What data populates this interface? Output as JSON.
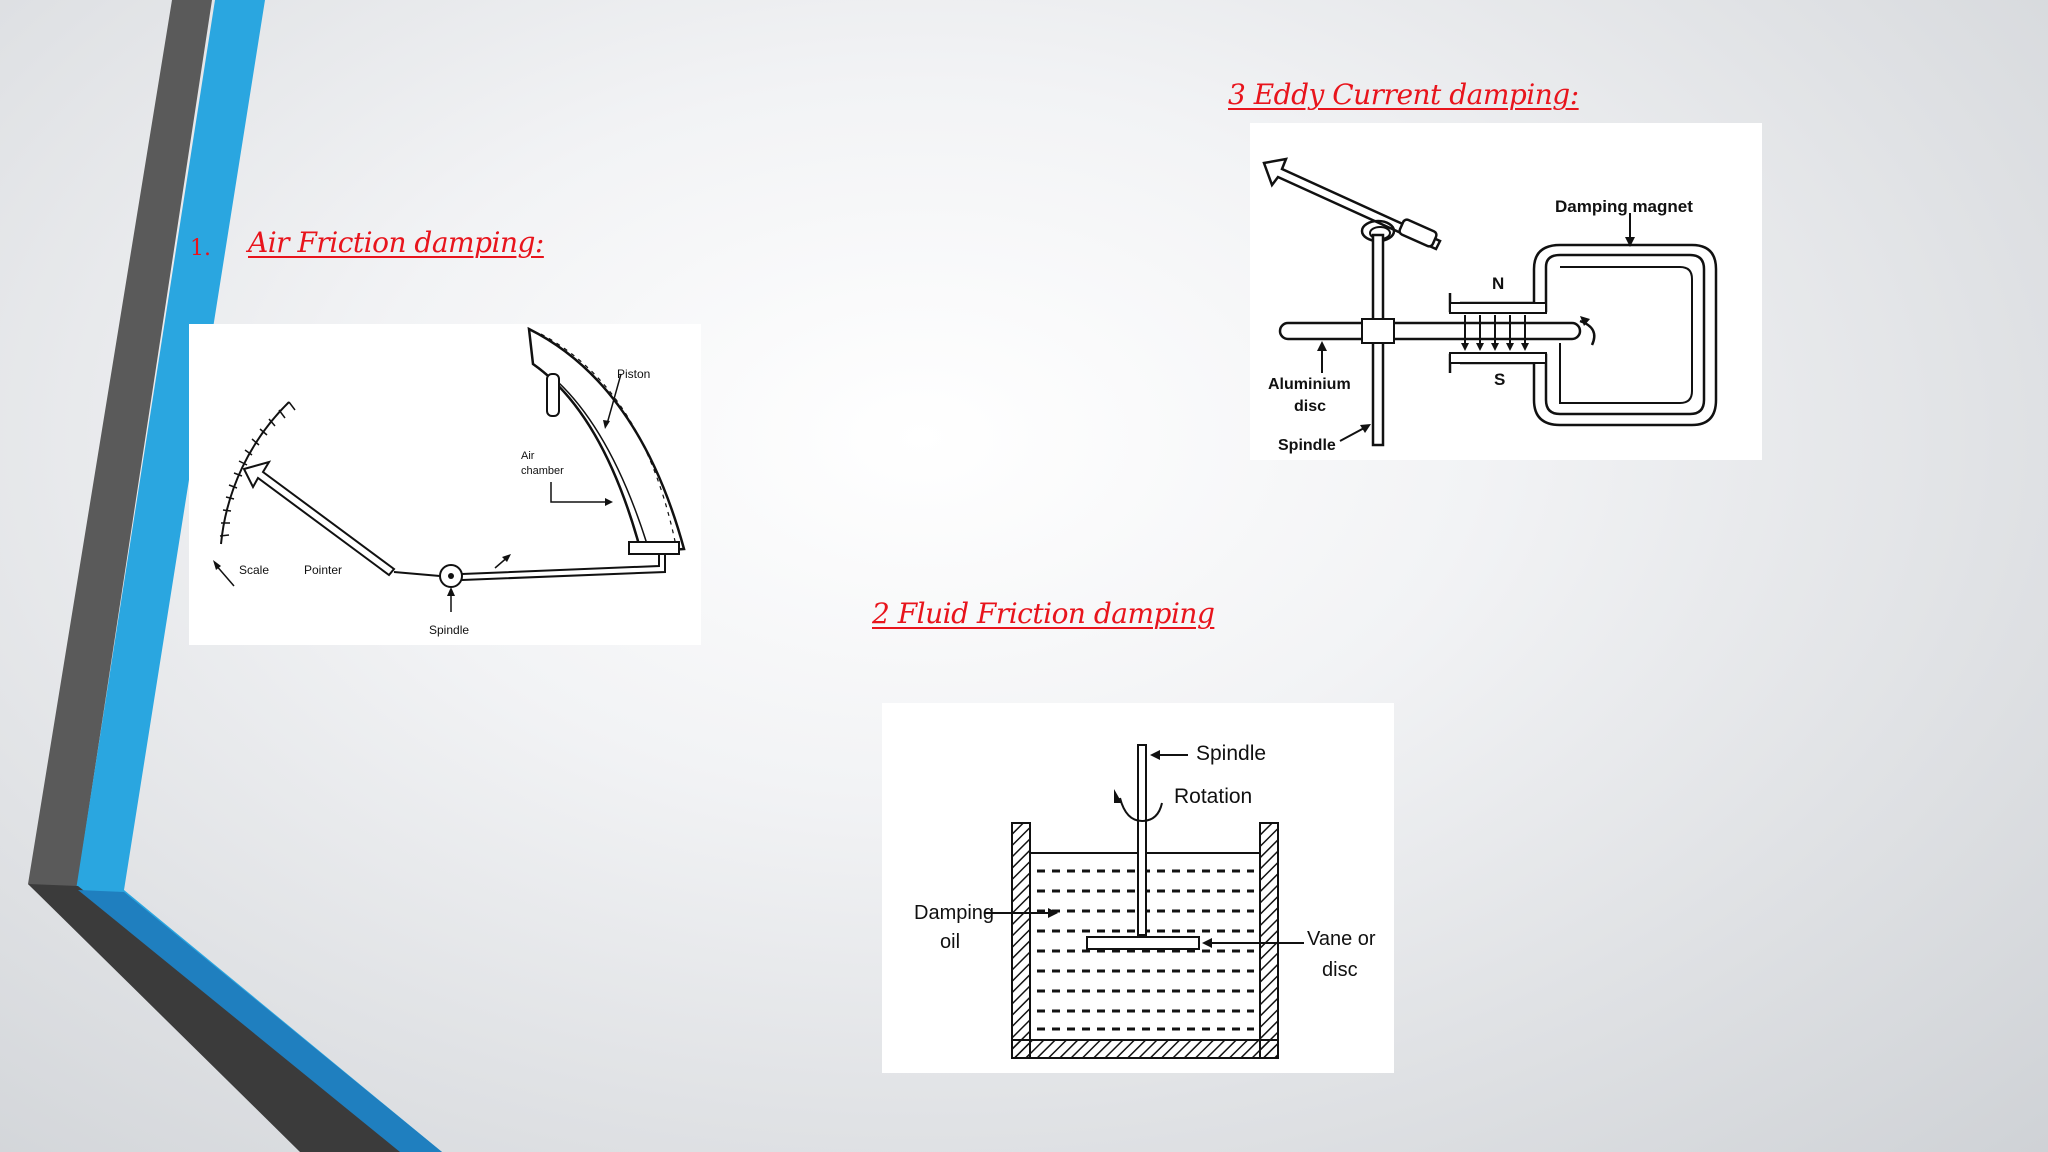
{
  "slide": {
    "item1": {
      "number": "1.",
      "title": "Air Friction damping:"
    },
    "item2": {
      "title": "2 Fluid Friction damping"
    },
    "item3": {
      "title": "3 Eddy Current damping:"
    }
  },
  "air_diagram": {
    "scale": "Scale",
    "pointer": "Pointer",
    "spindle": "Spindle",
    "piston": "Piston",
    "air1": "Air",
    "air2": "chamber"
  },
  "fluid_diagram": {
    "spindle": "Spindle",
    "rotation": "Rotation",
    "oil1": "Damping",
    "oil2": "oil",
    "vane1": "Vane or",
    "vane2": "disc"
  },
  "eddy_diagram": {
    "magnet": "Damping magnet",
    "north": "N",
    "south": "S",
    "disc1": "Aluminium",
    "disc2": "disc",
    "spindle": "Spindle"
  },
  "colors": {
    "heading": "#e8141c",
    "accent_blue": "#2aa6e0",
    "accent_dark": "#4a4a4a"
  }
}
